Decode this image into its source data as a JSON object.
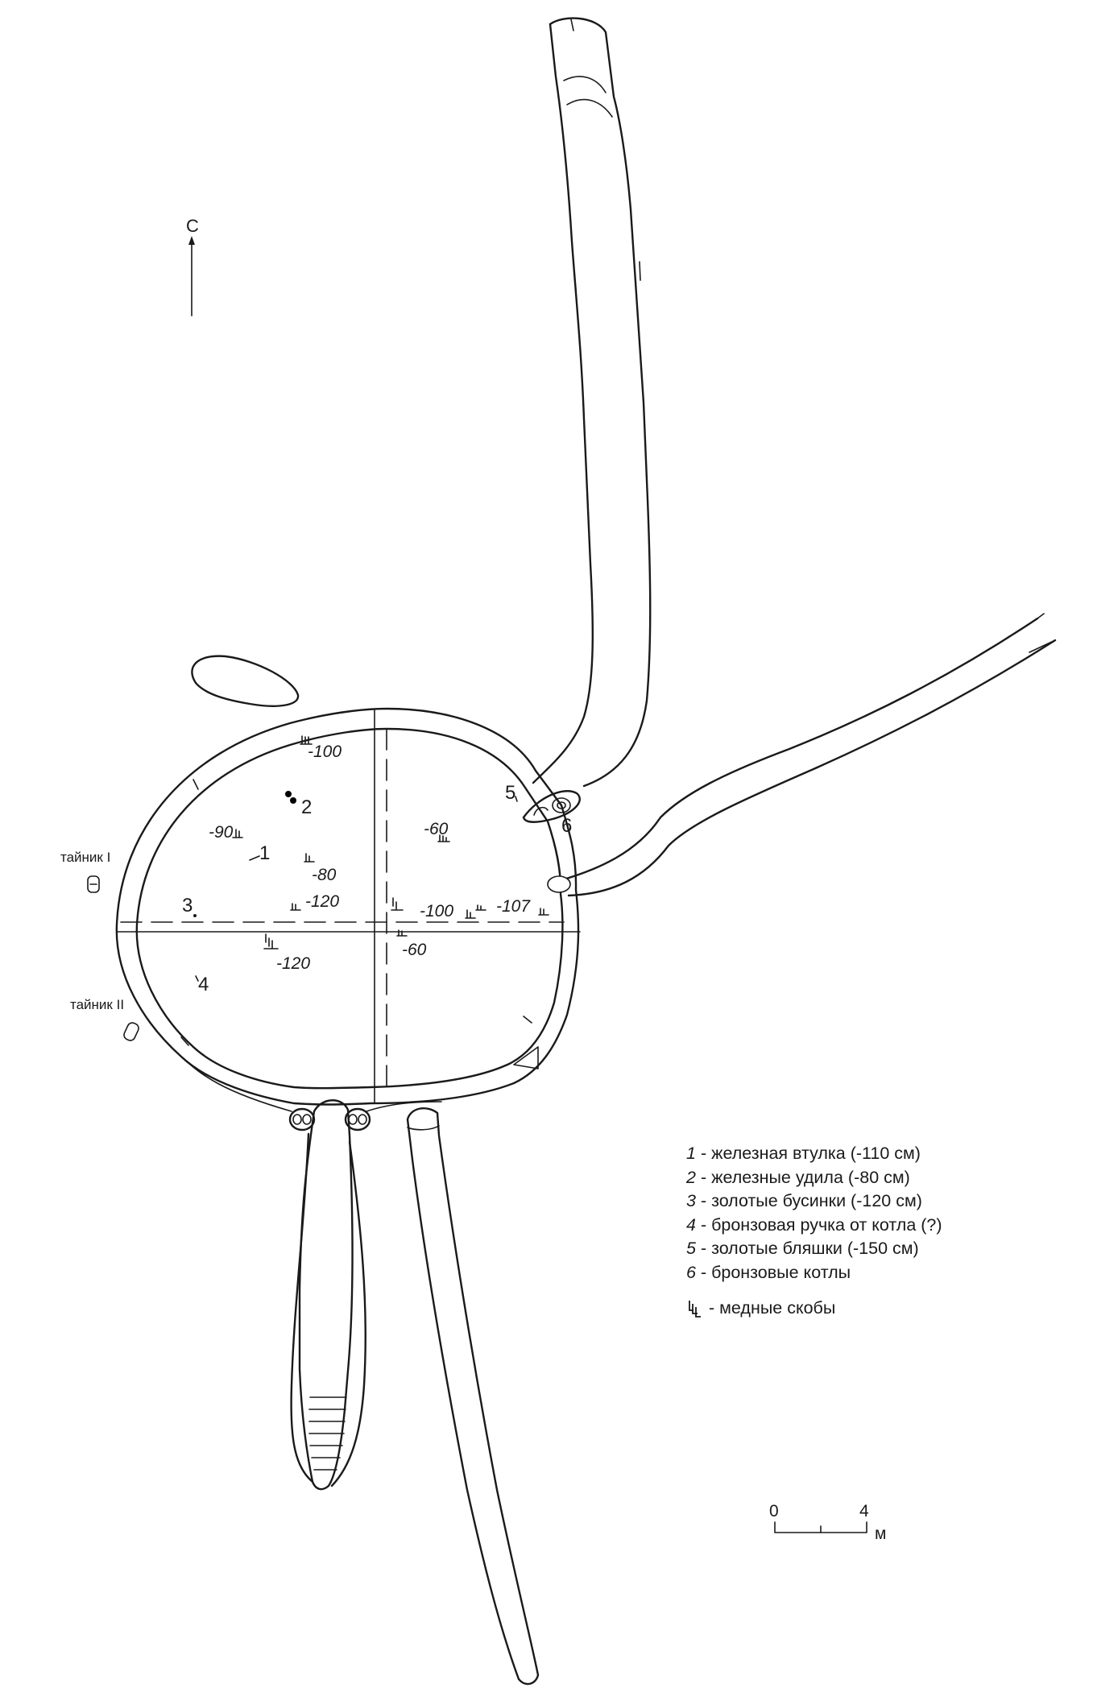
{
  "north": {
    "label": "С"
  },
  "caches": [
    {
      "label": "тайник I"
    },
    {
      "label": "тайник II"
    }
  ],
  "find_numbers": [
    "1",
    "2",
    "3",
    "4",
    "5",
    "6"
  ],
  "depths": [
    "-100",
    "-90",
    "-80",
    "-120",
    "-60",
    "-100",
    "-107",
    "-60",
    "-120"
  ],
  "legend": {
    "items": [
      {
        "num": "1",
        "text": " - железная втулка (-110 см)"
      },
      {
        "num": "2",
        "text": " - железные удила (-80 см)"
      },
      {
        "num": "3",
        "text": " - золотые бусинки (-120 см)"
      },
      {
        "num": "4",
        "text": " - бронзовая ручка от котла (?)"
      },
      {
        "num": "5",
        "text": " - золотые бляшки (-150 см)"
      },
      {
        "num": "6",
        "text": " - бронзовые котлы"
      }
    ],
    "key_text": " - медные скобы",
    "key_icon": "copper-staple-icon"
  },
  "scale": {
    "start": "0",
    "end": "4",
    "unit": "м"
  }
}
